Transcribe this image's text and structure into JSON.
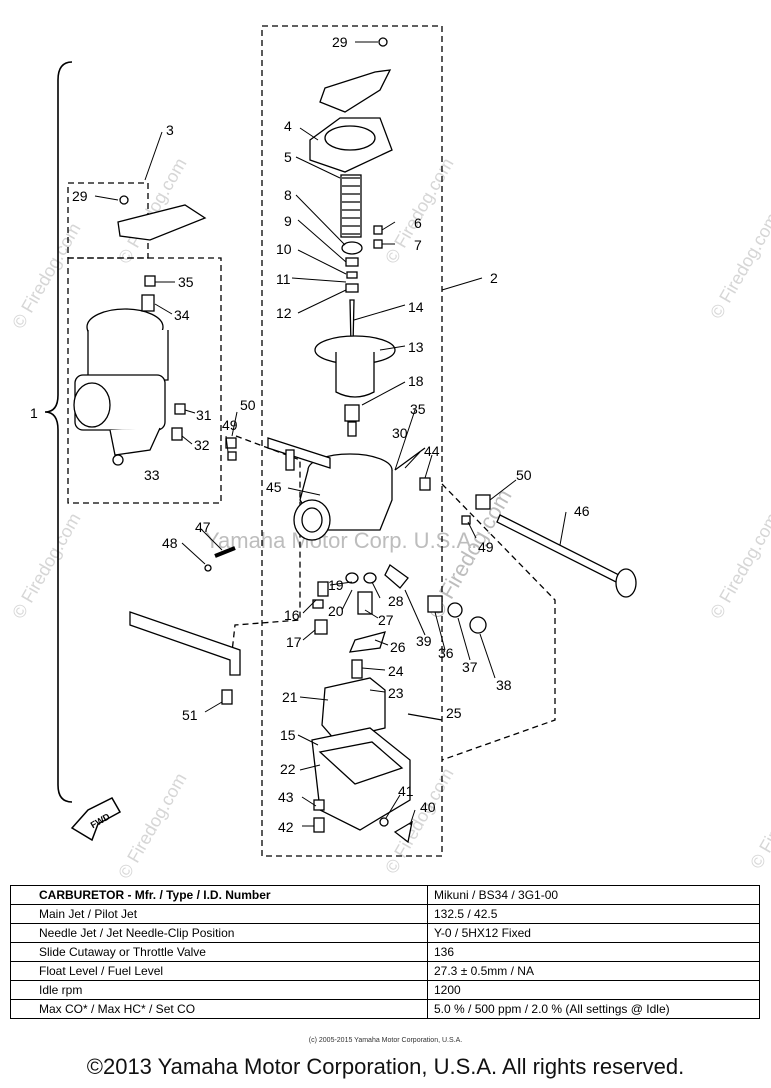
{
  "callouts": [
    "1",
    "2",
    "3",
    "4",
    "5",
    "6",
    "7",
    "8",
    "9",
    "10",
    "11",
    "12",
    "13",
    "14",
    "15",
    "16",
    "17",
    "18",
    "19",
    "20",
    "21",
    "22",
    "23",
    "24",
    "25",
    "26",
    "27",
    "28",
    "29",
    "29",
    "30",
    "31",
    "32",
    "33",
    "34",
    "35",
    "35",
    "36",
    "37",
    "38",
    "39",
    "40",
    "41",
    "42",
    "43",
    "44",
    "45",
    "46",
    "47",
    "48",
    "49",
    "49",
    "50",
    "50",
    "51"
  ],
  "fwd_label": "FWD",
  "watermarks": {
    "firedog": "© Firedog.com",
    "yamaha": "Yamaha Motor Corp. U.S.A."
  },
  "spec_table": {
    "rows": [
      {
        "label": "CARBURETOR - Mfr. / Type / I.D. Number",
        "value": "Mikuni / BS34 / 3G1-00"
      },
      {
        "label": "Main Jet / Pilot Jet",
        "value": "132.5 / 42.5"
      },
      {
        "label": "Needle Jet / Jet Needle-Clip Position",
        "value": "Y-0 / 5HX12   Fixed"
      },
      {
        "label": "Slide Cutaway or Throttle Valve",
        "value": "136"
      },
      {
        "label": "Float Level / Fuel Level",
        "value": "27.3 ± 0.5mm / NA"
      },
      {
        "label": "Idle rpm",
        "value": "1200"
      },
      {
        "label": "Max CO* / Max HC* / Set CO",
        "value": "5.0 % / 500 ppm / 2.0 % (All settings @ Idle)"
      }
    ]
  },
  "small_copyright": "(c) 2005-2015 Yamaha Motor Corporation, U.S.A.",
  "footer": "©2013 Yamaha Motor Corporation, U.S.A. All rights reserved."
}
